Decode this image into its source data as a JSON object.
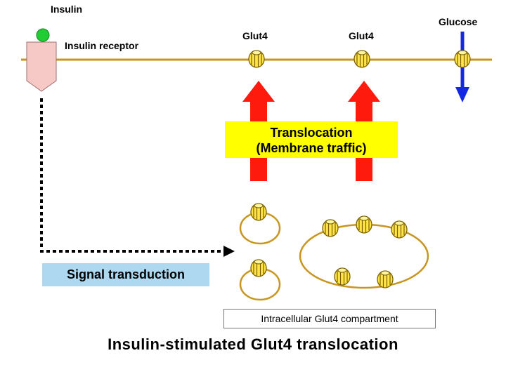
{
  "labels": {
    "insulin": "Insulin",
    "receptor": "Insulin receptor",
    "glut4_1": "Glut4",
    "glut4_2": "Glut4",
    "glucose": "Glucose"
  },
  "translocation": {
    "line1": "Translocation",
    "line2": "(Membrane traffic)"
  },
  "signal_transduction": "Signal transduction",
  "compartment": "Intracellular Glut4 compartment",
  "title": "Insulin-stimulated Glut4 translocation",
  "colors": {
    "membrane": "#c8961e",
    "glut4_fill": "#ffe44a",
    "glut4_stroke": "#8a6d00",
    "insulin": "#22cc33",
    "receptor": "#f7c9c6",
    "red_arrow": "#ff1a0e",
    "blue_arrow": "#1428e0",
    "translocation_bg": "#ffff00",
    "signal_bg": "#add8f0"
  },
  "icons": [
    "insulin-icon",
    "receptor-icon",
    "glut4-icon",
    "glucose-arrow-icon",
    "translocation-arrow-icon",
    "signal-arrow-icon",
    "vesicle-icon"
  ]
}
